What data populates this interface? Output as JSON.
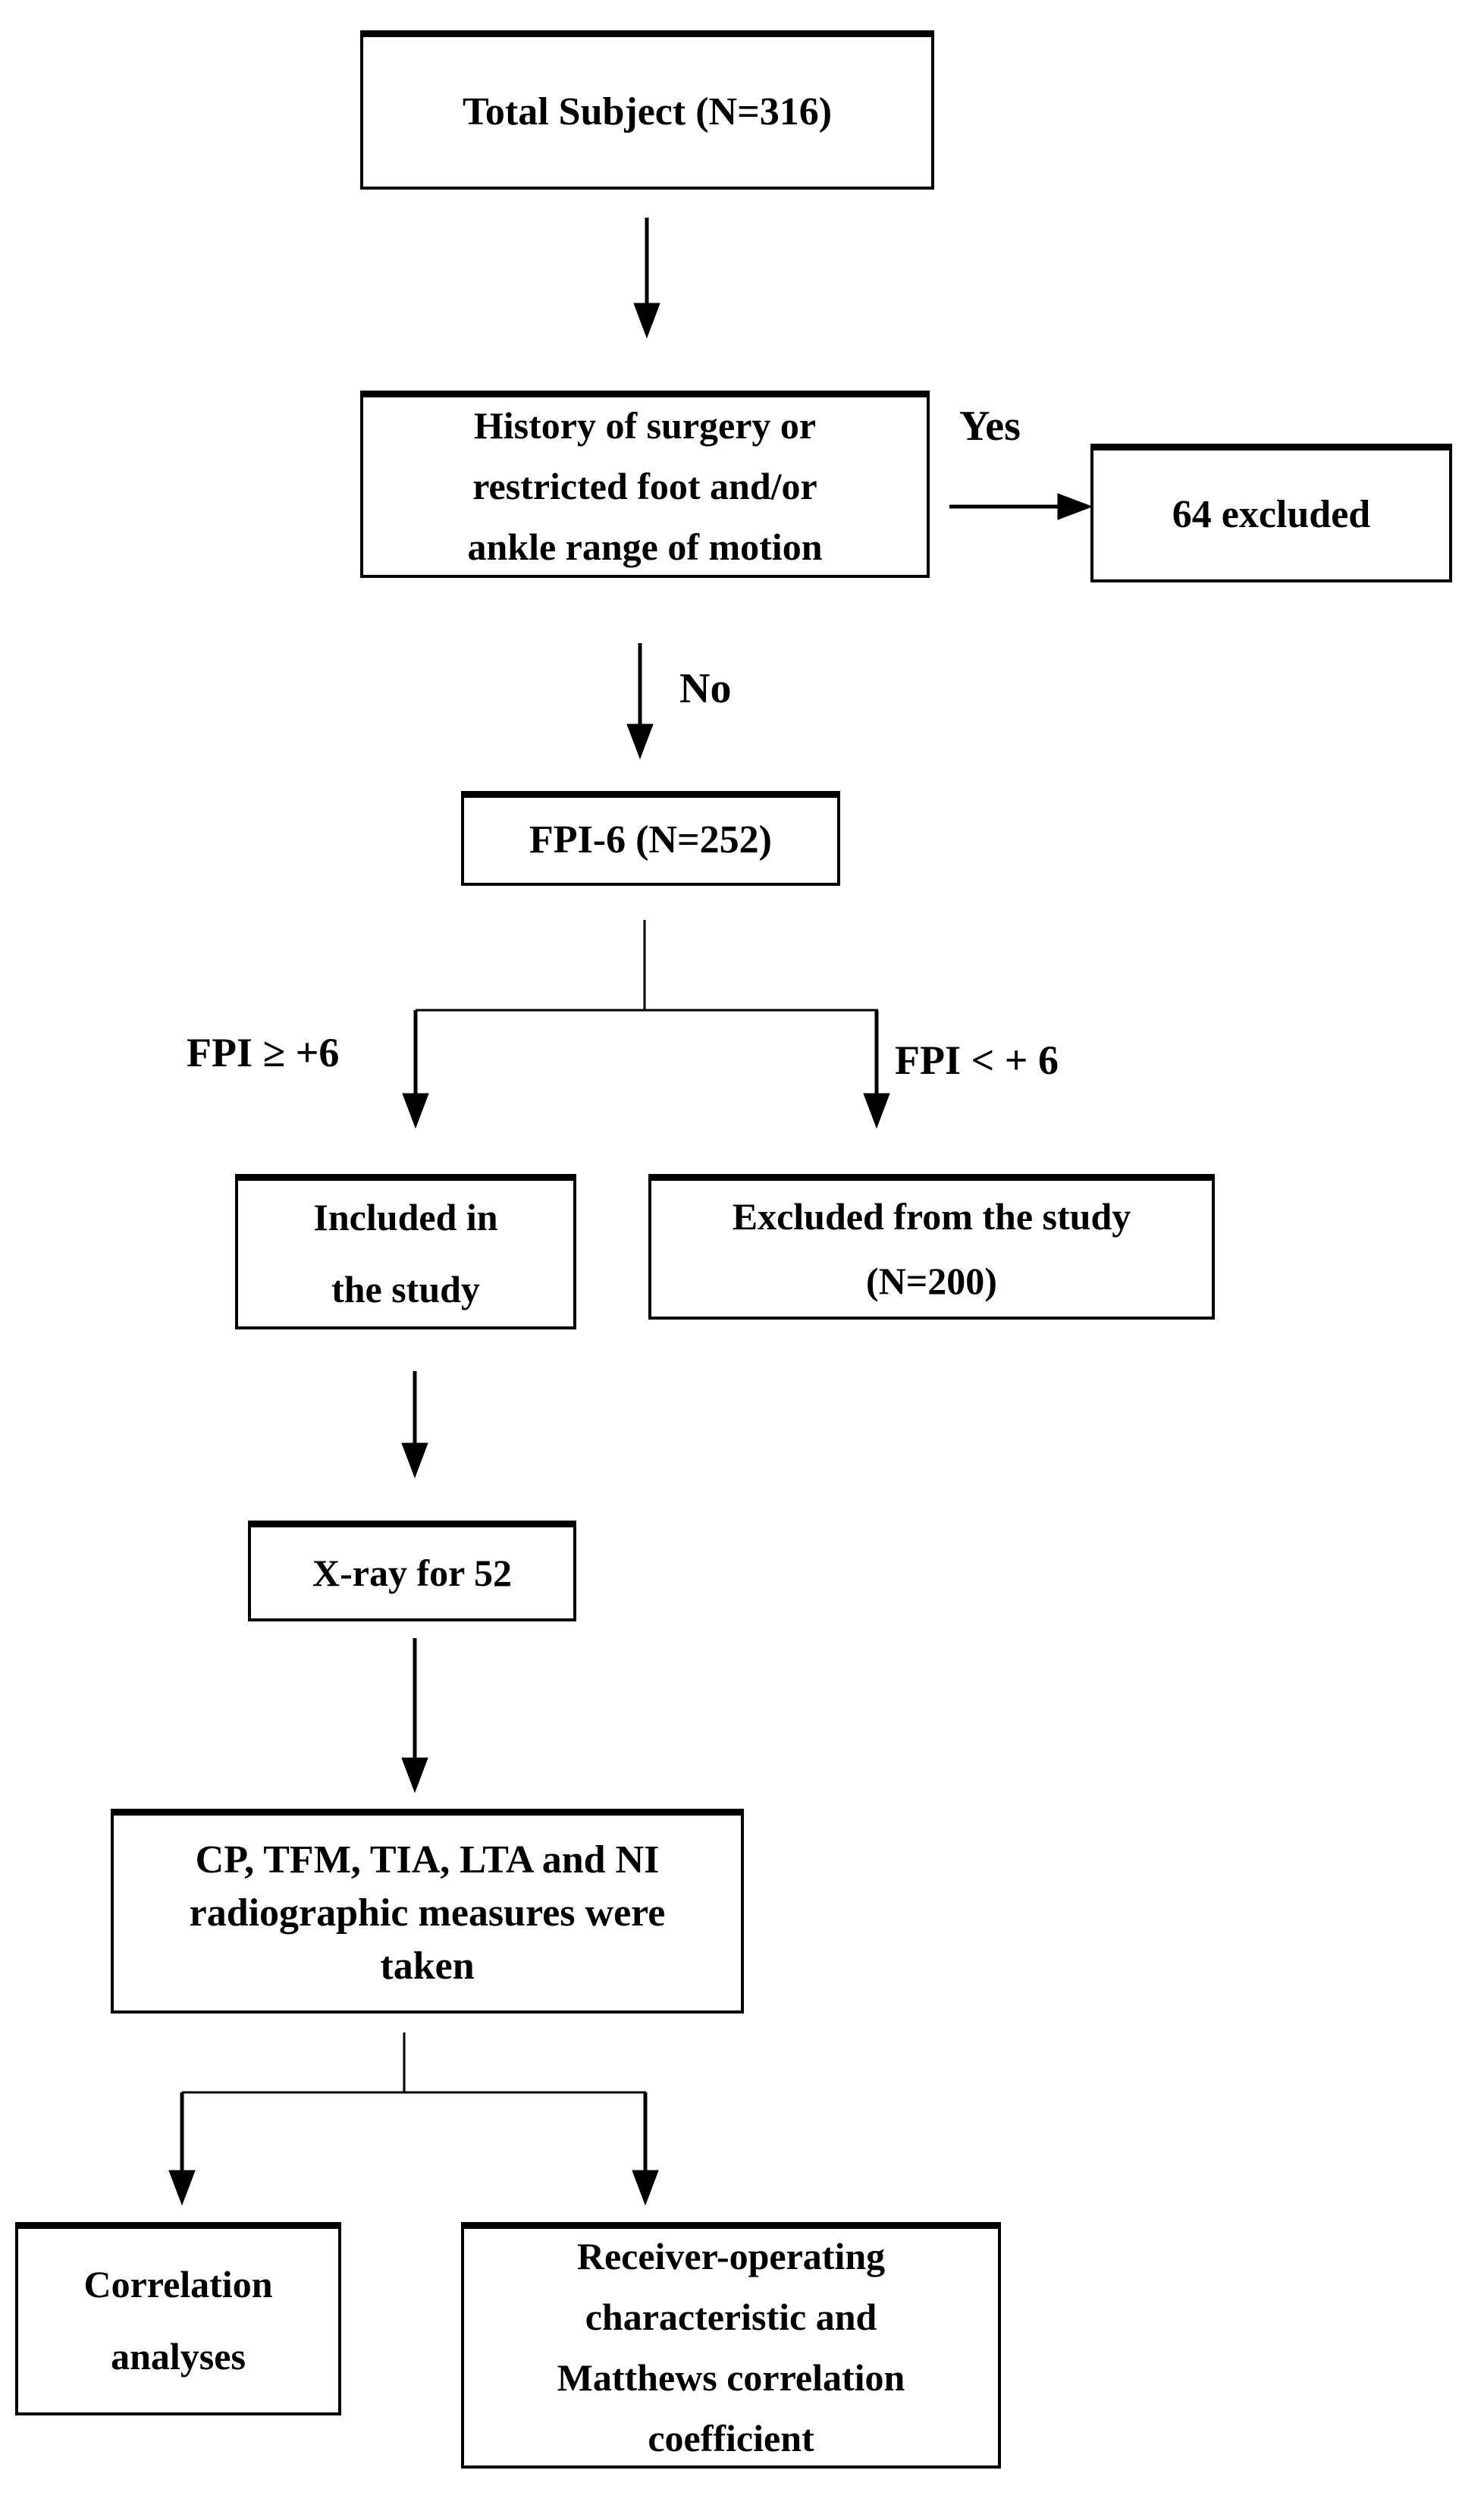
{
  "diagram": {
    "type": "flowchart",
    "boxes": [
      {
        "id": "total-subjects",
        "lines": [
          "Total Subject (N=316)"
        ]
      },
      {
        "id": "history-surgery",
        "lines": [
          "History of surgery or",
          "restricted foot and/or",
          "ankle range of motion"
        ]
      },
      {
        "id": "excluded-64",
        "lines": [
          "64 excluded"
        ]
      },
      {
        "id": "fpi-6",
        "lines": [
          "FPI-6 (N=252)"
        ]
      },
      {
        "id": "included-in-study",
        "lines": [
          "Included in",
          "the study"
        ]
      },
      {
        "id": "excluded-from-study",
        "lines": [
          "Excluded from the study",
          "(N=200)"
        ]
      },
      {
        "id": "xray-52",
        "lines": [
          "X-ray for 52"
        ]
      },
      {
        "id": "radiographic-measures",
        "lines": [
          "CP, TFM, TIA, LTA and NI",
          "radiographic measures were",
          "taken"
        ]
      },
      {
        "id": "correlation-analyses",
        "lines": [
          "Correlation",
          "analyses"
        ]
      },
      {
        "id": "roc-mcc",
        "lines": [
          "Receiver-operating",
          "characteristic and",
          "Matthews correlation",
          "coefficient"
        ]
      }
    ],
    "labels": {
      "yes": "Yes",
      "no": "No",
      "fpi_ge": "FPI ≥ +6",
      "fpi_lt": "FPI < + 6"
    }
  },
  "colors": {
    "ink": "#000000",
    "paper": "#ffffff"
  }
}
